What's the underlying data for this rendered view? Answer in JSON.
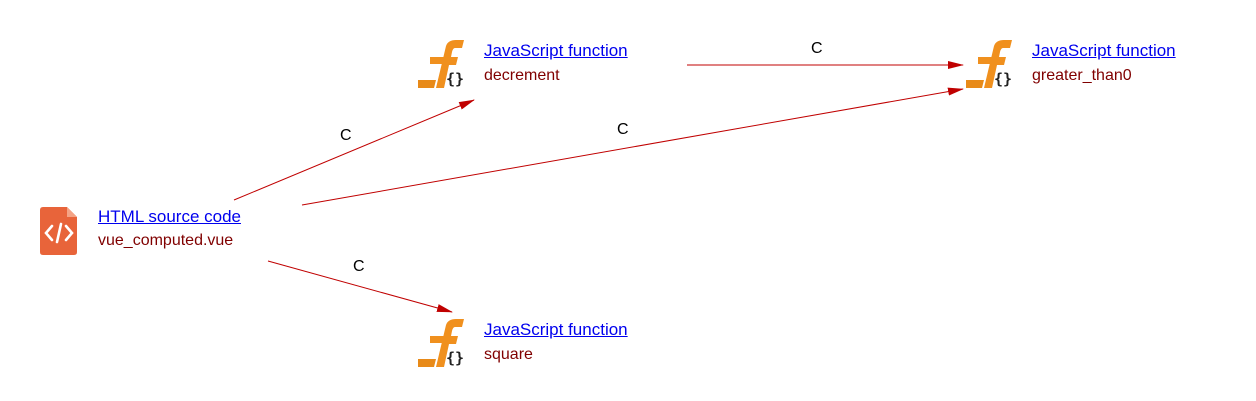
{
  "nodes": {
    "html": {
      "type": "HTML source code",
      "name": "vue_computed.vue",
      "icon": "html-file-icon"
    },
    "decrement": {
      "type": "JavaScript function",
      "name": "decrement",
      "icon": "js-function-icon"
    },
    "greater": {
      "type": "JavaScript function",
      "name": "greater_than0",
      "icon": "js-function-icon"
    },
    "square": {
      "type": "JavaScript function",
      "name": "square",
      "icon": "js-function-icon"
    }
  },
  "edges": [
    {
      "from": "html",
      "to": "decrement",
      "label": "C"
    },
    {
      "from": "html",
      "to": "greater",
      "label": "C"
    },
    {
      "from": "html",
      "to": "square",
      "label": "C"
    },
    {
      "from": "decrement",
      "to": "greater",
      "label": "C"
    }
  ],
  "colors": {
    "edge": "#c00000",
    "link": "#0000ee",
    "name": "#800000",
    "function_icon": "#f0901e",
    "html_icon": "#e8643a"
  }
}
